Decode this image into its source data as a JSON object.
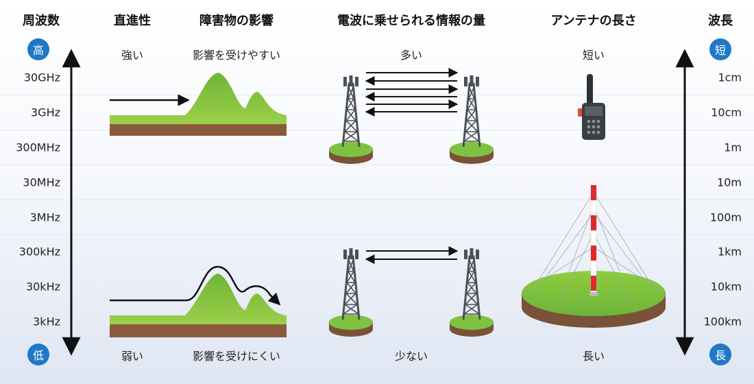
{
  "headers": {
    "frequency": "周波数",
    "straightness": "直進性",
    "obstacle": "障害物の影響",
    "information": "電波に乗せられる情報の量",
    "antenna": "アンテナの長さ",
    "wavelength": "波長"
  },
  "frequency_badges": {
    "top": "高",
    "bottom": "低"
  },
  "wavelength_badges": {
    "top": "短",
    "bottom": "長"
  },
  "frequencies": [
    "30GHz",
    "3GHz",
    "300MHz",
    "30MHz",
    "3MHz",
    "300kHz",
    "30kHz",
    "3kHz"
  ],
  "wavelengths": [
    "1cm",
    "10cm",
    "1m",
    "10m",
    "100m",
    "1km",
    "10km",
    "100km"
  ],
  "top_labels": {
    "straightness": "強い",
    "obstacle": "影響を受けやすい",
    "information": "多い",
    "antenna": "短い"
  },
  "bottom_labels": {
    "straightness": "弱い",
    "obstacle": "影響を受けにくい",
    "information": "少ない",
    "antenna": "長い"
  },
  "colors": {
    "badge": "#1f78c8",
    "grass": "#8cc63f",
    "soil": "#8a5a3c",
    "tower": "#4b4f57",
    "mast_red": "#e02a2a"
  },
  "icons": [
    "walkie-talkie-icon",
    "radio-tower-icon",
    "transmission-mast-icon"
  ]
}
